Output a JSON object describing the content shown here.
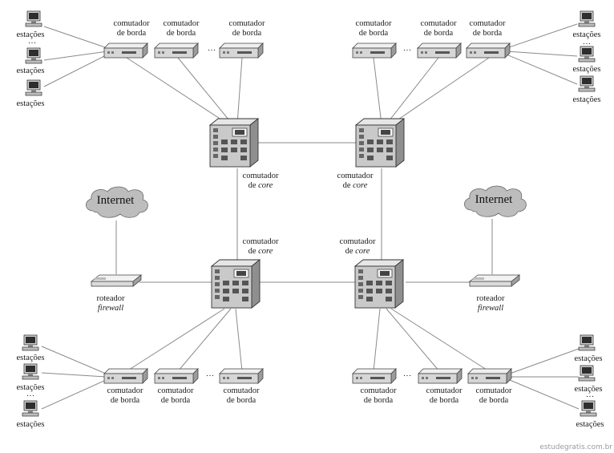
{
  "labels": {
    "edge_switch": [
      "comutador",
      "de borda"
    ],
    "core_switch": [
      "comutador",
      "de ",
      "core"
    ],
    "router": [
      "roteador",
      "firewall"
    ],
    "stations": "estações",
    "internet": "Internet",
    "dots": "···"
  },
  "watermark": "estudegratis.com.br",
  "colors": {
    "line": "#8a8a8a",
    "device_fill": "#d9d9d9",
    "device_dark": "#6e6e6e",
    "cloud": "#bdbdbd"
  }
}
